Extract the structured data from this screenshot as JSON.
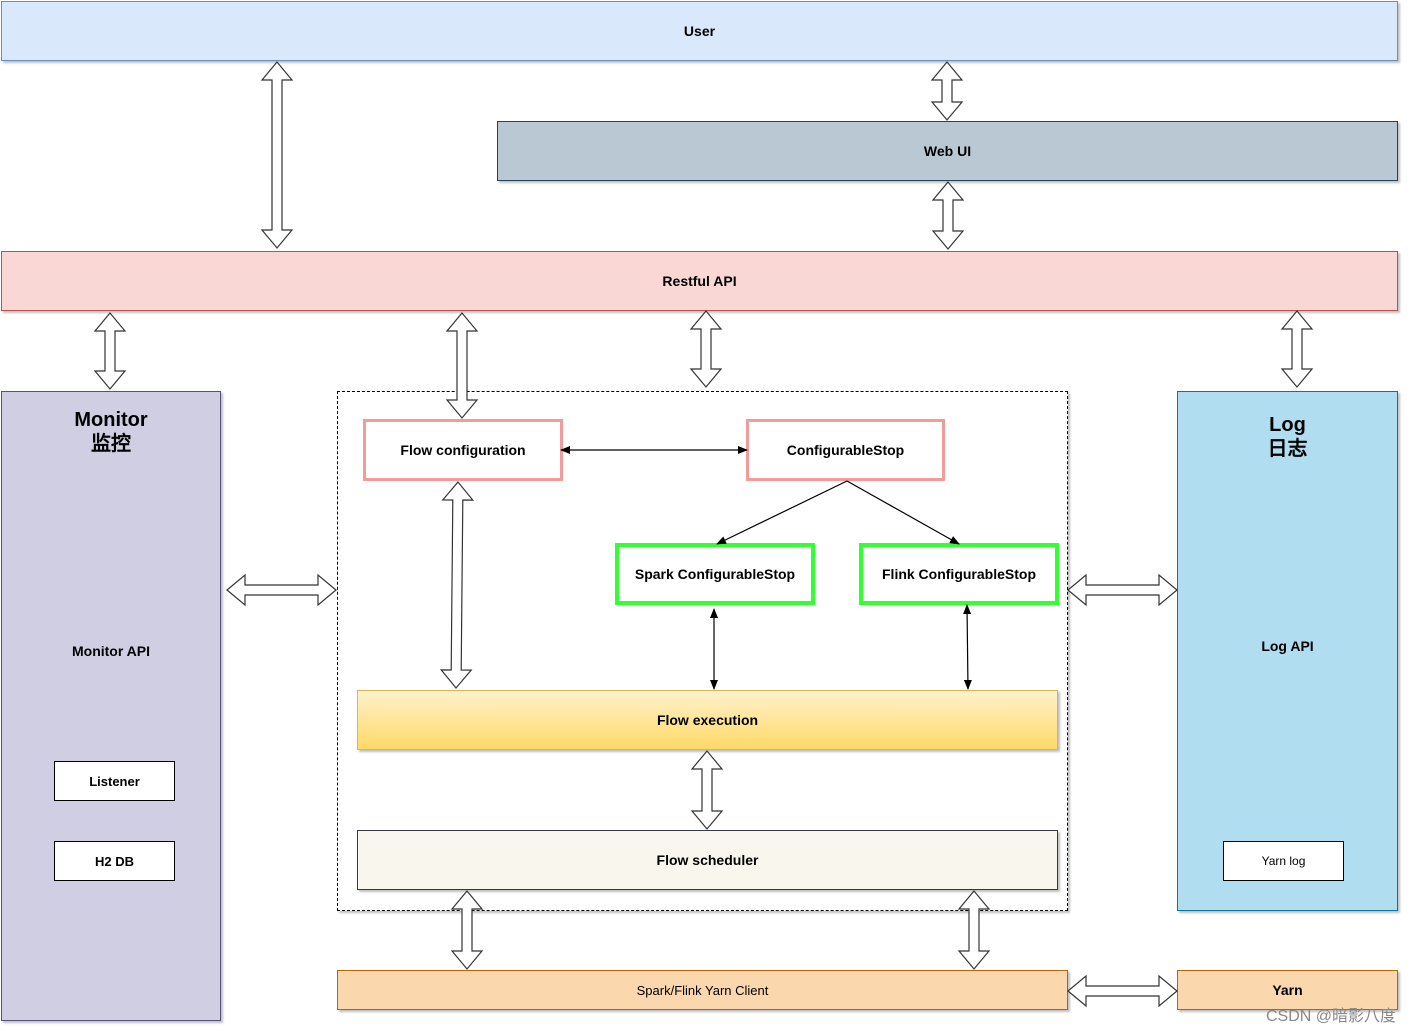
{
  "nodes": {
    "user": "User",
    "web_ui": "Web UI",
    "restful_api": "Restful API",
    "monitor": {
      "title": "Monitor",
      "title_cn": "监控",
      "api": "Monitor API",
      "listener": "Listener",
      "h2db": "H2 DB"
    },
    "log": {
      "title": "Log",
      "title_cn": "日志",
      "api": "Log API",
      "yarn_log": "Yarn log"
    },
    "flow_configuration": "Flow configuration",
    "configurable_stop": "ConfigurableStop",
    "spark_configurable_stop": "Spark ConfigurableStop",
    "flink_configurable_stop": "Flink ConfigurableStop",
    "flow_execution": "Flow execution",
    "flow_scheduler": "Flow scheduler",
    "yarn_client": "Spark/Flink Yarn Client",
    "yarn": "Yarn"
  },
  "watermark": "CSDN @暗影八度",
  "colors": {
    "user_fill": "#dae8fc",
    "web_ui_fill": "#bac8d3",
    "restful_fill": "#f8d7d4",
    "monitor_fill": "#d0cee2",
    "log_fill": "#b1ddf0",
    "config_border": "#f19c99",
    "engine_border": "#33ff33",
    "execution_fill": "#ffd966",
    "scheduler_fill": "#f9f7ed",
    "yarn_fill": "#fad7ac"
  }
}
